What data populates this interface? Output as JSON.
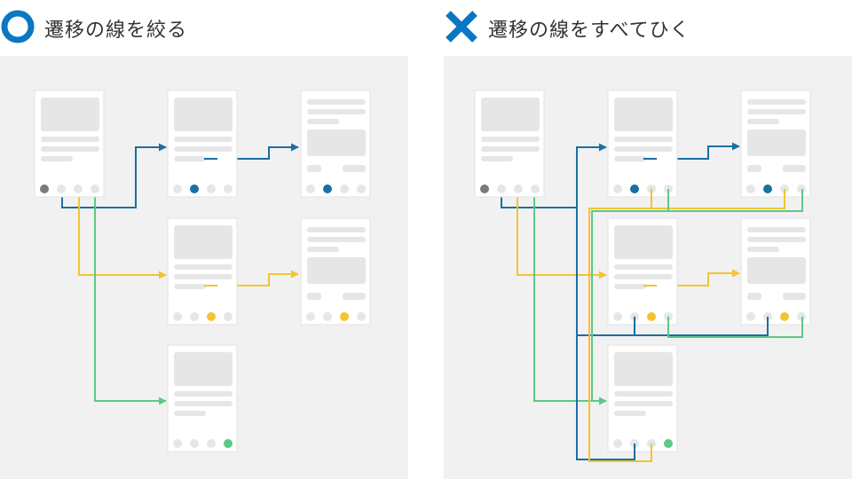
{
  "left": {
    "title": "遷移の線を絞る",
    "mark": "circle-mark",
    "mark_color": "#0a77c2"
  },
  "right": {
    "title": "遷移の線をすべてひく",
    "mark": "cross-mark",
    "mark_color": "#0a77c2"
  },
  "colors": {
    "blue": "#1a6fa3",
    "yellow": "#f2c530",
    "green": "#5cc985",
    "gray_dot": "#7a7a7a",
    "card": "#ffffff",
    "card_border": "#e2e2e2",
    "placeholder": "#e6e6e6"
  }
}
